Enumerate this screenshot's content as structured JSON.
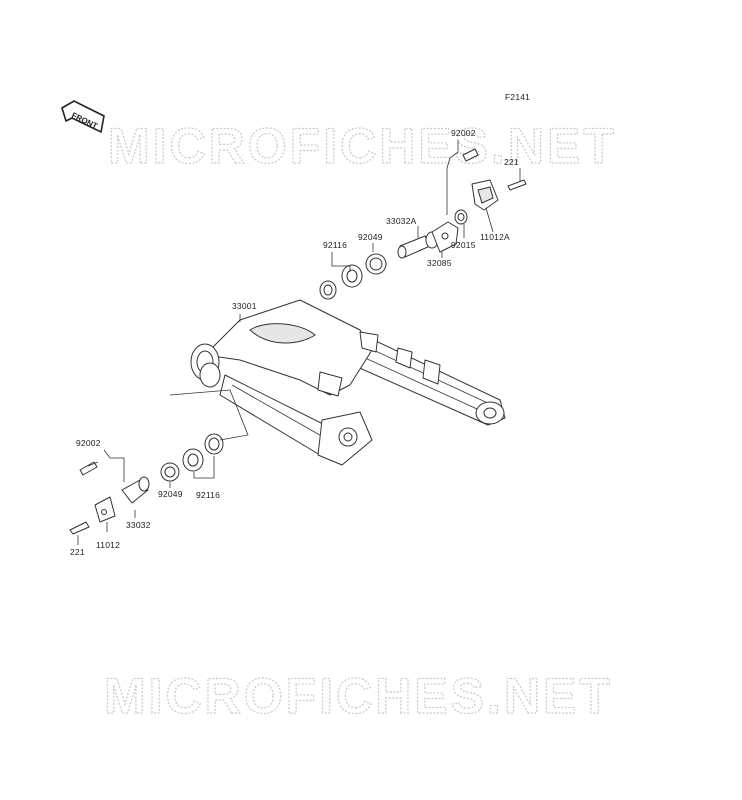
{
  "diagram": {
    "figure_code": "F2141",
    "front_label": "FRONT",
    "watermark_top": "MICROFICHES.NET",
    "watermark_bottom": "MICROFICHES.NET",
    "labels": {
      "l_92002_top": "92002",
      "l_221_top": "221",
      "l_33032A": "33032A",
      "l_92049_top": "92049",
      "l_92116_top": "92116",
      "l_92015": "92015",
      "l_11012A": "11012A",
      "l_32085": "32085",
      "l_33001": "33001",
      "l_92002_bottom": "92002",
      "l_92049_bottom": "92049",
      "l_92116_bottom": "92116",
      "l_33032": "33032",
      "l_11012": "11012",
      "l_221_bottom": "221"
    }
  }
}
